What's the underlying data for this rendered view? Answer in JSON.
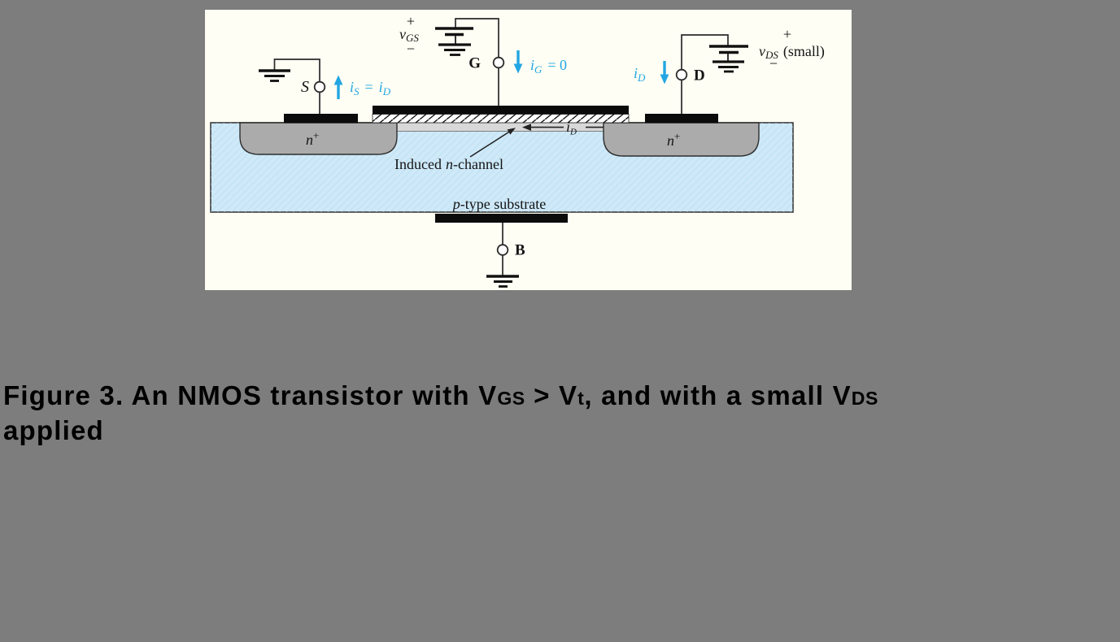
{
  "page": {
    "background": "#7d7d7d"
  },
  "figure": {
    "colors": {
      "panel_bg": "#fefef4",
      "substrate": "#cfe9f8",
      "substrate_texture": "#aed8ee",
      "nplus": "#ababab",
      "channel": "#d8d8d8",
      "metal": "#0b0b0b",
      "wire": "#2a2a2a",
      "ink": "#141414",
      "accent": "#22a6e3"
    },
    "terminals": {
      "source": "S",
      "gate": "G",
      "drain": "D",
      "body": "B"
    },
    "sources": {
      "vgs": {
        "plus": "+",
        "base": "v",
        "sub": "GS",
        "minus": "−"
      },
      "vds": {
        "plus": "+",
        "base": "v",
        "sub": "DS",
        "note": "(small)",
        "minus": "−"
      }
    },
    "currents": {
      "is_id": {
        "i1": "i",
        "s1": "S",
        "eq": "=",
        "i2": "i",
        "s2": "D"
      },
      "ig": {
        "i": "i",
        "sub": "G",
        "eq": "= 0"
      },
      "id_drain": {
        "i": "i",
        "sub": "D"
      },
      "id_channel": {
        "i": "i",
        "sub": "D"
      }
    },
    "regions": {
      "nplus_base": "n",
      "nplus_sup": "+",
      "induced_pre": "Induced",
      "induced_italic": "n",
      "induced_post": "-channel",
      "substrate_italic": "p",
      "substrate_post": "-type substrate"
    }
  },
  "caption": {
    "part1": "Figure 3. An NMOS transistor with ",
    "v1": {
      "base": "V",
      "sub": "GS"
    },
    "part2": " > ",
    "v2": {
      "base": "V",
      "sub": "t"
    },
    "part3": ", and with a small ",
    "v3": {
      "base": "V",
      "sub": "DS"
    },
    "line2": "applied"
  }
}
